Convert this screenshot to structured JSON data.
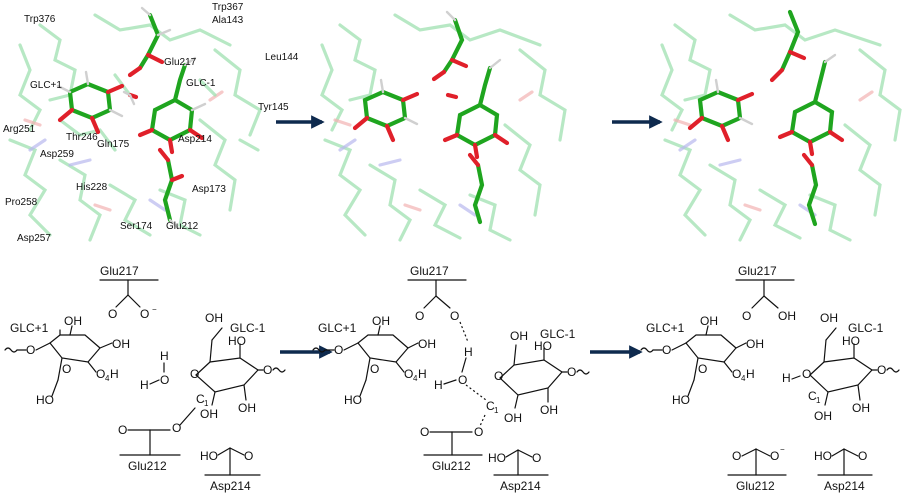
{
  "residue_labels": {
    "trp376": "Trp376",
    "trp367": "Trp367",
    "ala143": "Ala143",
    "leu144": "Leu144",
    "glu217": "Glu217",
    "glc_plus1": "GLC+1",
    "glc_minus1": "GLC-1",
    "tyr145": "Tyr145",
    "arg251": "Arg251",
    "thr246": "Thr246",
    "gln175": "Gln175",
    "asp214": "Asp214",
    "asp259": "Asp259",
    "his228": "His228",
    "asp173": "Asp173",
    "pro258": "Pro258",
    "ser174": "Ser174",
    "glu212": "Glu212",
    "asp257": "Asp257"
  },
  "scheme": {
    "glu217": "Glu217",
    "glu212": "Glu212",
    "asp214": "Asp214",
    "glc_plus1": "GLC+1",
    "glc_minus1": "GLC-1",
    "atom_O": "O",
    "atom_H": "H",
    "atom_C": "C",
    "sub_1": "1",
    "sub_4": "4",
    "oh": "OH",
    "ho": "HO",
    "o4h": "O",
    "minus": "−"
  },
  "colors": {
    "carbon": "#1fa51f",
    "oxygen": "#e0202a",
    "hydrogen": "#d0d0d0",
    "ghost": "#9fe0b0",
    "arrow": "#0e2a4e"
  },
  "arrows": {
    "count_top": 2,
    "count_bottom": 2
  }
}
